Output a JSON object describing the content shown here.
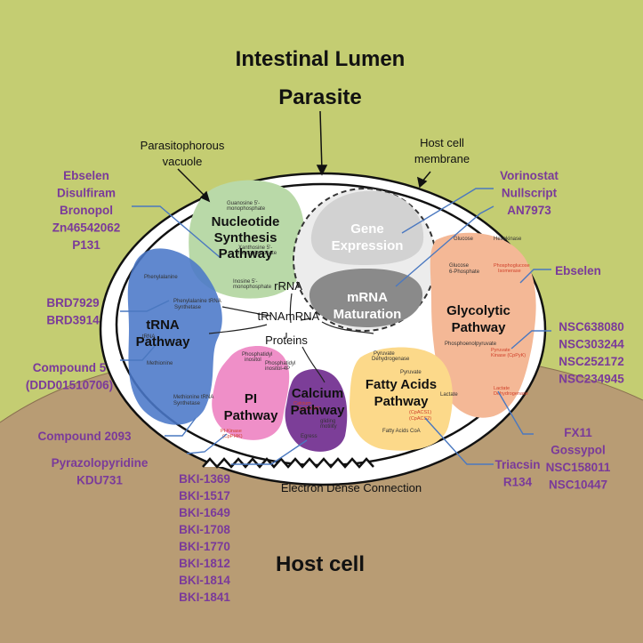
{
  "labels": {
    "lumen": "Intestinal Lumen",
    "parasite": "Parasite",
    "host_cell": "Host cell",
    "pv": [
      "Parasitophorous",
      "vacuole"
    ],
    "membrane": [
      "Host cell",
      "membrane"
    ],
    "edc": "Electron Dense Connection"
  },
  "pathways": {
    "nucleotide": [
      "Nucleotide",
      "Synthesis",
      "Pathway"
    ],
    "gene": [
      "Gene",
      "Expression"
    ],
    "mrna": [
      "mRNA",
      "Maturation"
    ],
    "trna": [
      "tRNA",
      "Pathway"
    ],
    "glycolytic": [
      "Glycolytic",
      "Pathway"
    ],
    "pi": [
      "PI",
      "Pathway"
    ],
    "calcium": [
      "Calcium",
      "Pathway"
    ],
    "fatty": [
      "Fatty Acids",
      "Pathway"
    ]
  },
  "center": {
    "rrna": "rRNA",
    "trna": "tRNA",
    "mrna": "mRNA",
    "proteins": "Proteins"
  },
  "drugs": {
    "nucleotide": [
      "Ebselen",
      "Disulfiram",
      "Bronopol",
      "Zn46542062",
      "P131"
    ],
    "gene": [
      "Vorinostat",
      "Nullscript"
    ],
    "mrna": [
      "AN7973"
    ],
    "glyc_hexokinase": [
      "Ebselen"
    ],
    "glyc_pyruvate": [
      "NSC638080",
      "NSC303244",
      "NSC252172",
      "NSC234945"
    ],
    "glyc_lactate": [
      "FX11",
      "Gossypol",
      "NSC158011",
      "NSC10447"
    ],
    "trna_a": [
      "BRD7929",
      "BRD3914"
    ],
    "trna_b": [
      "Compound 5",
      "(DDD01510706)"
    ],
    "trna_c": [
      "Compound 2093"
    ],
    "pi": [
      "Pyrazolopyridine",
      "KDU731"
    ],
    "calcium": [
      "BKI-1369",
      "BKI-1517",
      "BKI-1649",
      "BKI-1708",
      "BKI-1770",
      "BKI-1812",
      "BKI-1814",
      "BKI-1841"
    ],
    "fatty": [
      "Triacsin",
      "R134"
    ]
  },
  "colors": {
    "lumen_bg": "#c4cd72",
    "host_bg": "#b89c74",
    "nucleotide": "#b9d9a8",
    "trna": "#4a78c8",
    "glycolytic": "#f4b896",
    "pi": "#ef8fc8",
    "calcium": "#7c3e98",
    "fatty": "#fcd98a",
    "gene": "#d2d2d2",
    "mrna": "#8a8a8a",
    "drug_text": "#7a3a9a",
    "leader_line": "#4a78c0"
  }
}
